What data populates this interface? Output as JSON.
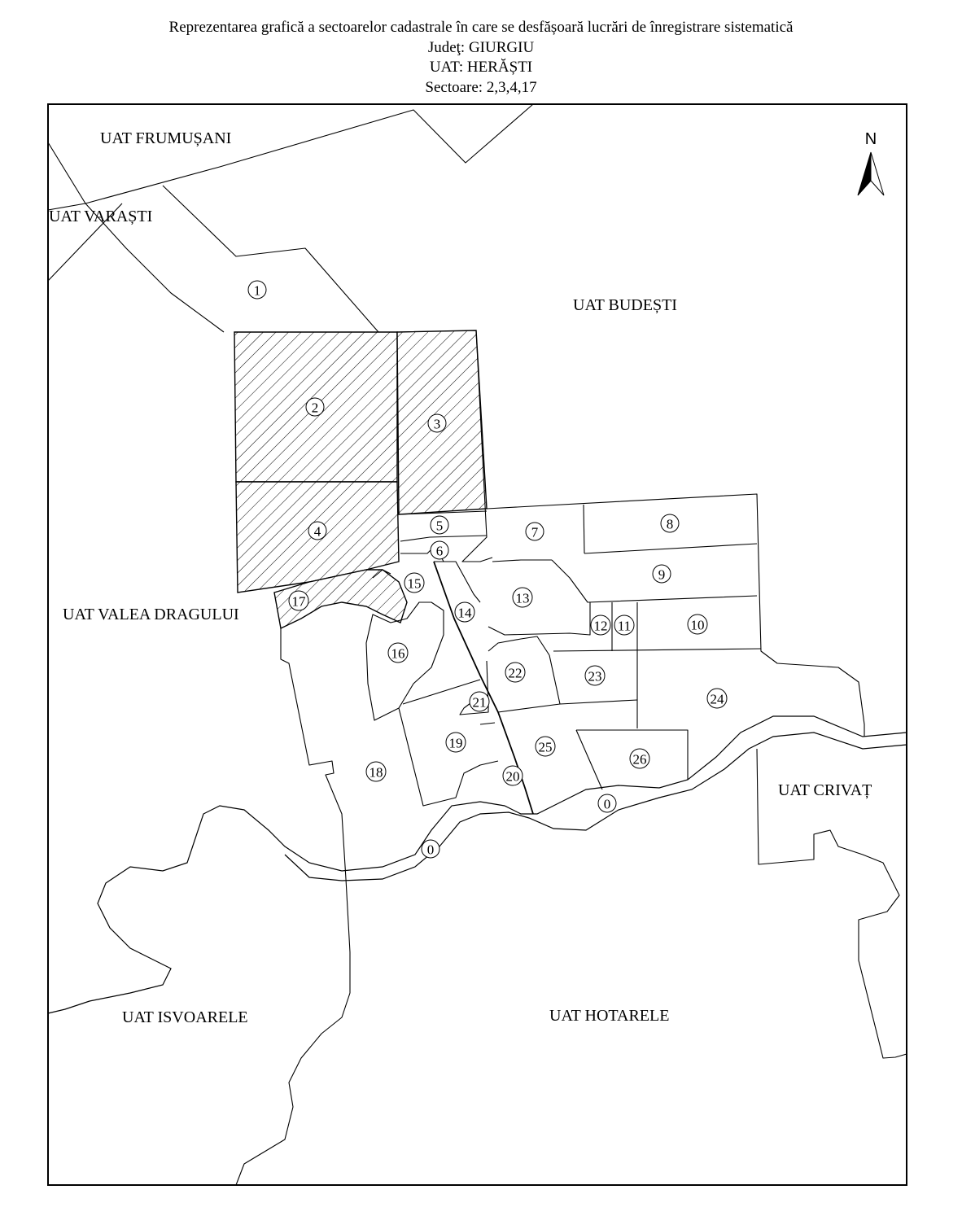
{
  "title": {
    "line1": "Reprezentarea grafică a sectoarelor cadastrale în care se desfășoară lucrări de înregistrare sistematică",
    "line2": "Judeţ: GIURGIU",
    "line3": "UAT: HERĂȘTI",
    "line4": "Sectoare: 2,3,4,17"
  },
  "north_label": "N",
  "neighbors": {
    "frumusani": "UAT FRUMUȘANI",
    "varasti": "UAT VARAȘTI",
    "budesti": "UAT BUDEȘTI",
    "valea_dragului": "UAT VALEA DRAGULUI",
    "crivat": "UAT CRIVAȚ",
    "isvoarele": "UAT ISVOARELE",
    "hotarele": "UAT HOTARELE"
  },
  "sectors": [
    "1",
    "2",
    "3",
    "4",
    "5",
    "6",
    "7",
    "8",
    "9",
    "10",
    "11",
    "12",
    "13",
    "14",
    "15",
    "16",
    "17",
    "18",
    "19",
    "20",
    "21",
    "22",
    "23",
    "24",
    "25",
    "26",
    "0",
    "0"
  ],
  "highlighted_sectors": [
    "2",
    "3",
    "4",
    "17"
  ]
}
